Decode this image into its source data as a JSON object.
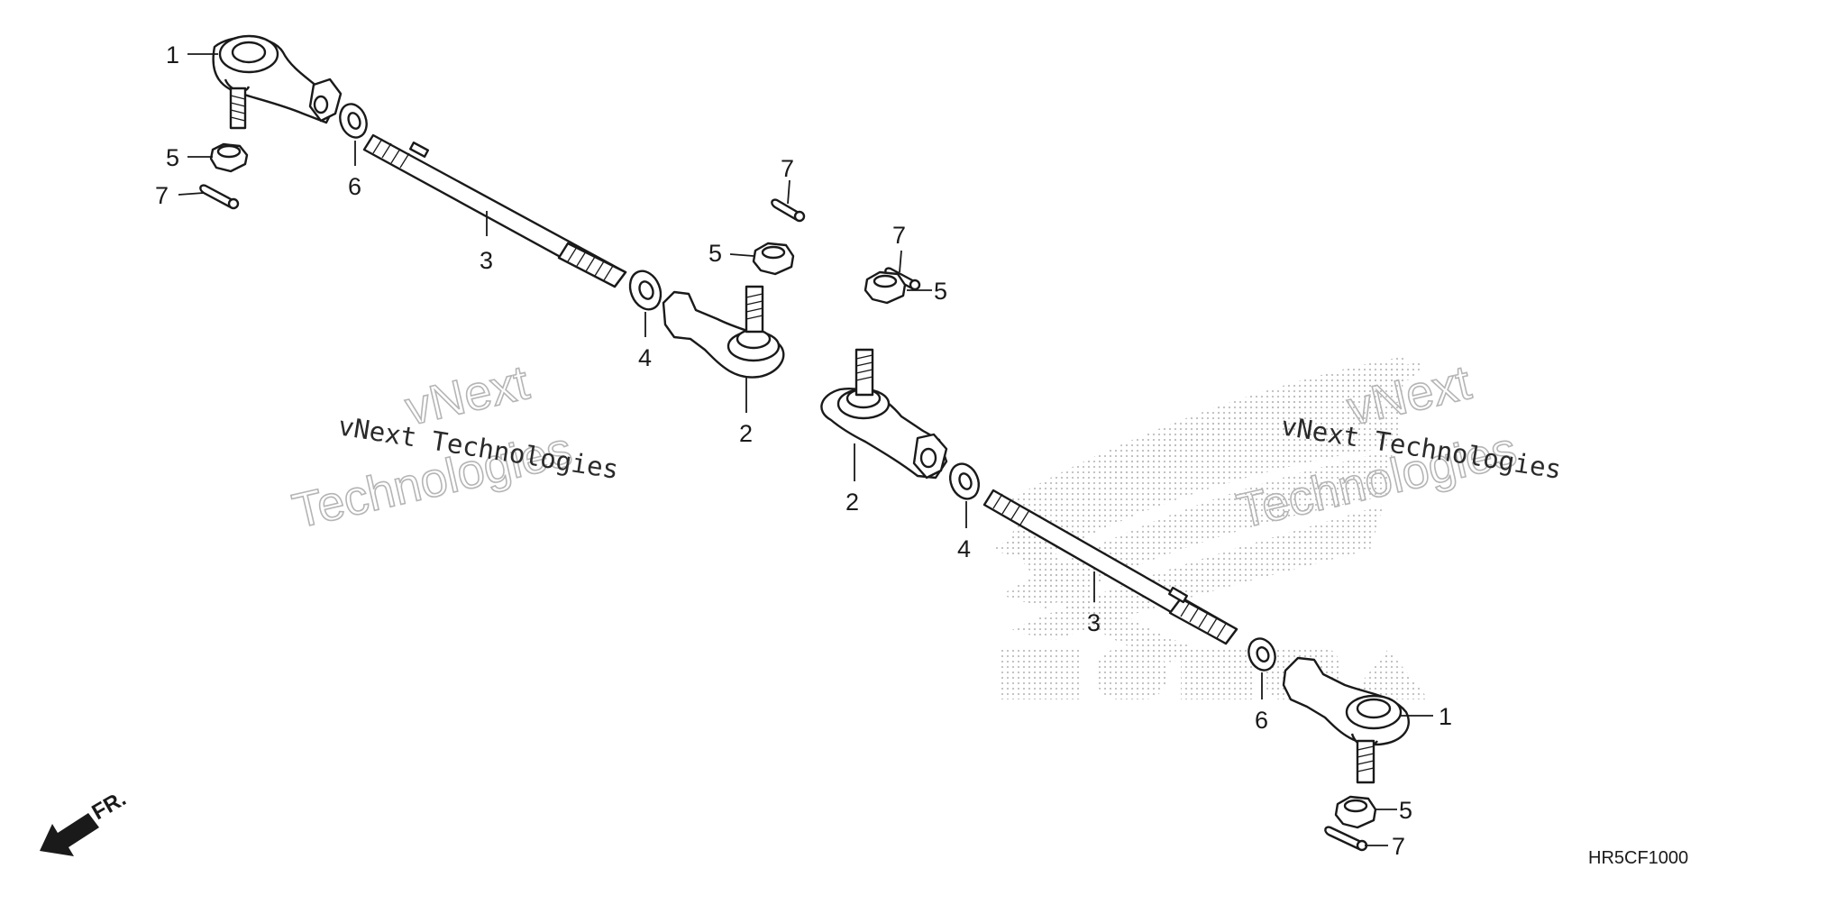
{
  "diagram": {
    "parts": [
      {
        "id": "1",
        "label": "1"
      },
      {
        "id": "2",
        "label": "2"
      },
      {
        "id": "3",
        "label": "3"
      },
      {
        "id": "4",
        "label": "4"
      },
      {
        "id": "5",
        "label": "5"
      },
      {
        "id": "6",
        "label": "6"
      },
      {
        "id": "7",
        "label": "7"
      }
    ],
    "direction_label": "FR.",
    "diagram_code": "HR5CF1000",
    "watermark": {
      "primary": "vNext Technologies",
      "outline_top": "vNext",
      "outline_bottom": "Technologies"
    }
  }
}
